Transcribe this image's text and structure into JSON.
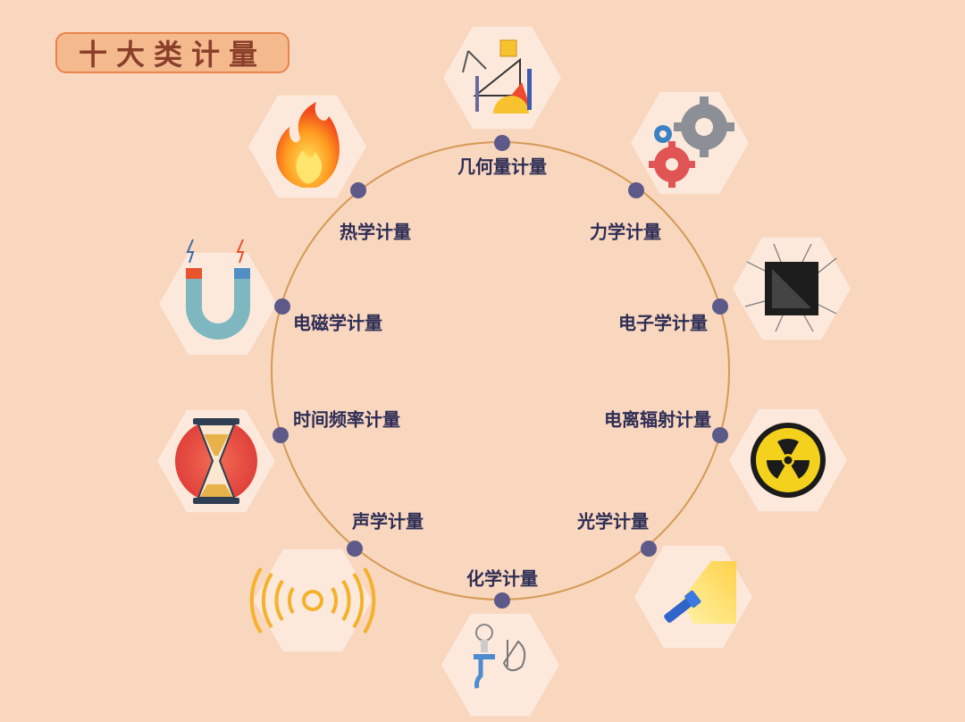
{
  "title": "十大类计量",
  "colors": {
    "background": "#f9d6be",
    "circle": "#d49a55",
    "dot": "#5d5a8a",
    "label": "#2d2d55",
    "tile": "#fde9dc"
  },
  "categories": [
    {
      "label": "几何量计量",
      "icon": "geometry-tools-icon"
    },
    {
      "label": "力学计量",
      "icon": "gears-icon"
    },
    {
      "label": "电子学计量",
      "icon": "microchip-icon"
    },
    {
      "label": "电离辐射计量",
      "icon": "radiation-icon"
    },
    {
      "label": "光学计量",
      "icon": "flashlight-icon"
    },
    {
      "label": "化学计量",
      "icon": "chemistry-flask-icon"
    },
    {
      "label": "声学计量",
      "icon": "sound-waves-icon"
    },
    {
      "label": "时间频率计量",
      "icon": "hourglass-icon"
    },
    {
      "label": "电磁学计量",
      "icon": "magnet-icon"
    },
    {
      "label": "热学计量",
      "icon": "flame-icon"
    }
  ]
}
